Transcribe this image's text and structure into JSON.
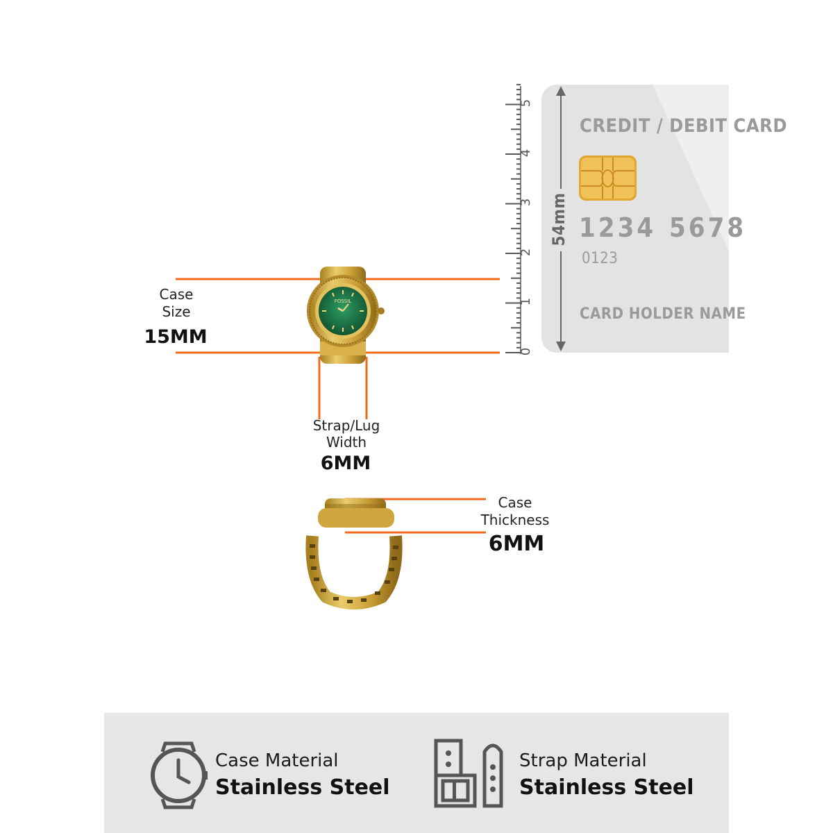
{
  "dimensions": {
    "case_size": {
      "label_line1": "Case",
      "label_line2": "Size",
      "value": "15MM"
    },
    "strap_width": {
      "label_line1": "Strap/Lug",
      "label_line2": "Width",
      "value": "6MM"
    },
    "case_thickness": {
      "label_line1": "Case",
      "label_line2": "Thickness",
      "value": "6MM"
    }
  },
  "ruler": {
    "ticks": [
      "0",
      "1",
      "2",
      "3",
      "4",
      "5"
    ]
  },
  "card": {
    "title": "CREDIT / DEBIT CARD",
    "number_group1": "1234",
    "number_group2": "5678",
    "small_number": "0123",
    "holder": "CARD HOLDER NAME",
    "height_label": "54mm"
  },
  "watch": {
    "brand": "FOSSIL"
  },
  "materials": {
    "case": {
      "title": "Case Material",
      "value": "Stainless Steel",
      "icon": "watch-icon"
    },
    "strap": {
      "title": "Strap Material",
      "value": "Stainless Steel",
      "icon": "strap-icon"
    }
  },
  "colors": {
    "accent_line": "#f26a1b",
    "gold": "#c9a23a",
    "dial_green": "#1d7a4a",
    "card_gray": "#e3e3e3"
  }
}
